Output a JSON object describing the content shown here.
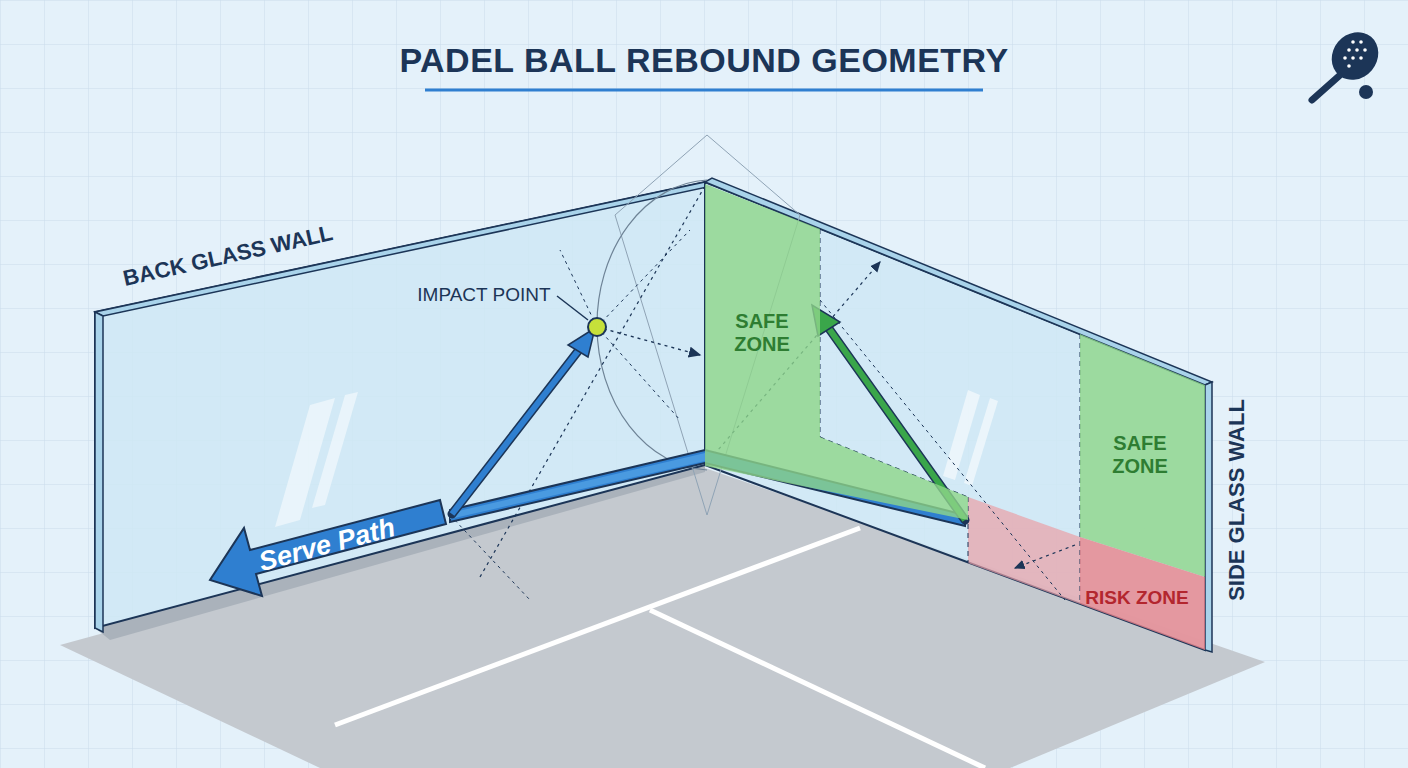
{
  "diagram": {
    "title": "PADEL BALL REBOUND GEOMETRY",
    "nodes": [
      {
        "text": [
          "SAFE ZONE"
        ]
      },
      {
        "text": [
          "SAFE ZONE"
        ]
      },
      {
        "text": [
          "RISK ZONE"
        ]
      }
    ],
    "labels": [
      "BACK GLASS WALL",
      "IMPACT POINT",
      "Serve Path",
      "SIDE GLASS WALL"
    ]
  }
}
